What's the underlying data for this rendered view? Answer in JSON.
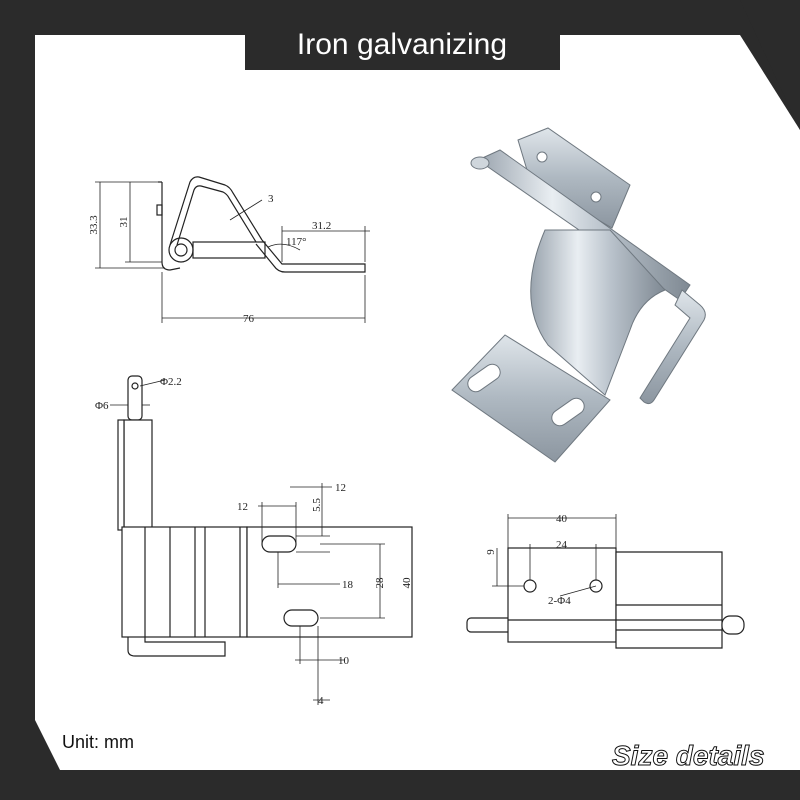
{
  "banner": {
    "title": "Iron galvanizing"
  },
  "footer": {
    "unit_label": "Unit:  mm",
    "size_details": "Size details"
  },
  "colors": {
    "frame": "#2b2b2b",
    "panel": "#ffffff",
    "banner_bg": "#2b2b2b",
    "banner_text": "#ffffff",
    "line": "#222222"
  },
  "side_view": {
    "d_33_3": "33.3",
    "d_31": "31",
    "d_3": "3",
    "d_31_2": "31.2",
    "d_117": "117°",
    "d_76": "76"
  },
  "front_view": {
    "d_phi6": "Φ6",
    "d_phi2_2": "Φ2.2",
    "d_12a": "12",
    "d_12b": "12",
    "d_5_5": "5.5",
    "d_18": "18",
    "d_28": "28",
    "d_40": "40",
    "d_10": "10",
    "d_4": "4"
  },
  "bottom_view": {
    "d_40": "40",
    "d_24": "24",
    "d_9": "9",
    "d_2phi4": "2-Φ4"
  }
}
